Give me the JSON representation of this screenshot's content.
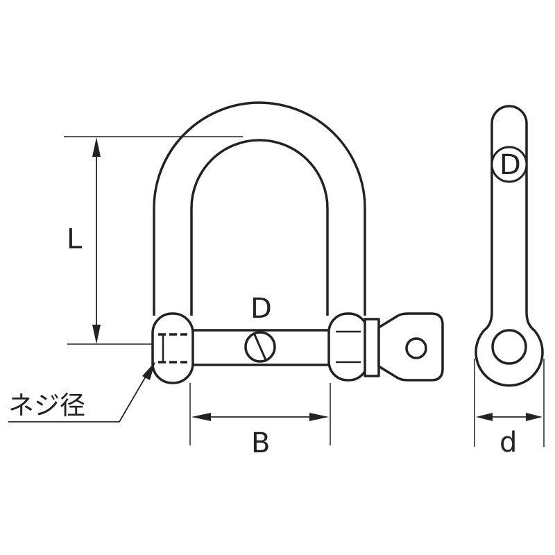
{
  "labels": {
    "length": "L",
    "pin_diameter": "D",
    "body_diameter": "D",
    "width": "B",
    "thickness": "d",
    "thread_diameter": "ネジ径"
  },
  "colors": {
    "line": "#222222",
    "background": "#ffffff"
  }
}
